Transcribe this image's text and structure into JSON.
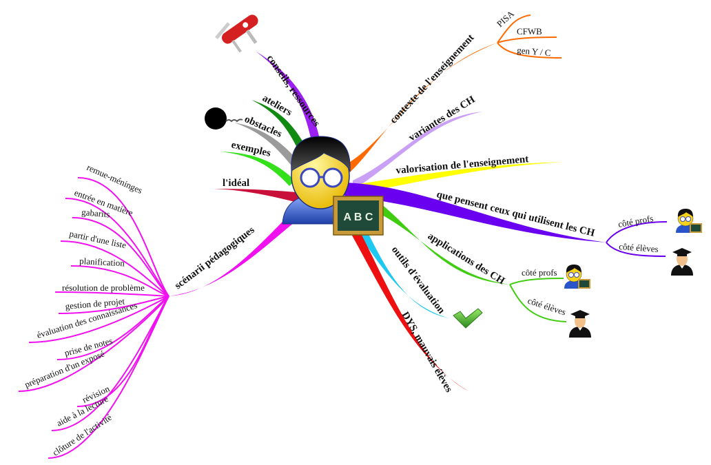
{
  "center": {
    "icon": "teacher-chalkboard-icon",
    "board_text": "A B C"
  },
  "branches": {
    "conseils": {
      "label": "conseils, ressources",
      "color": "#9a1ff0",
      "icon": "swiss-knife-icon"
    },
    "ateliers": {
      "label": "ateliers",
      "color": "#118a11"
    },
    "obstacles": {
      "label": "obstacles",
      "color": "#9a9a9a",
      "icon": "ball-and-chain-icon"
    },
    "exemples": {
      "label": "exemples",
      "color": "#33e01a"
    },
    "ideal": {
      "label": "l'idéal",
      "color": "#c8103a"
    },
    "scenarii": {
      "label": "scénarii pédagogiques",
      "color": "#f010f0",
      "children": [
        "remue-méninges",
        "entrée en matière",
        "gabarits",
        "partir d'une liste",
        "planification",
        "résolution de problème",
        "gestion de projet",
        "évaluation des connaissances",
        "prise de notes",
        "préparation d'un exposé",
        "révision",
        "aide à la lecture",
        "clôture de l'activité"
      ]
    },
    "contexte": {
      "label": "contexte de l'enseignement",
      "color": "#ff6a00",
      "children": [
        "PISA",
        "CFWB",
        "gen Y / C"
      ]
    },
    "variantes": {
      "label": "variantes des CH",
      "color": "#c9a0f5"
    },
    "valorisation": {
      "label": "valorisation de l'enseignement",
      "color": "#ffff00"
    },
    "pensent": {
      "label": "que pensent ceux qui utilisent les CH",
      "color": "#6a00f0",
      "children": [
        "côté profs",
        "côté élèves"
      ]
    },
    "applications": {
      "label": "applications des CH",
      "color": "#40cc10",
      "children": [
        "côté profs",
        "côté élèves"
      ]
    },
    "outils": {
      "label": "outils d'évaluation",
      "color": "#1ec8f0",
      "icon": "checkmark-icon"
    },
    "dys": {
      "label": "DYS, mauvais élèves",
      "color": "#ee1010"
    }
  }
}
